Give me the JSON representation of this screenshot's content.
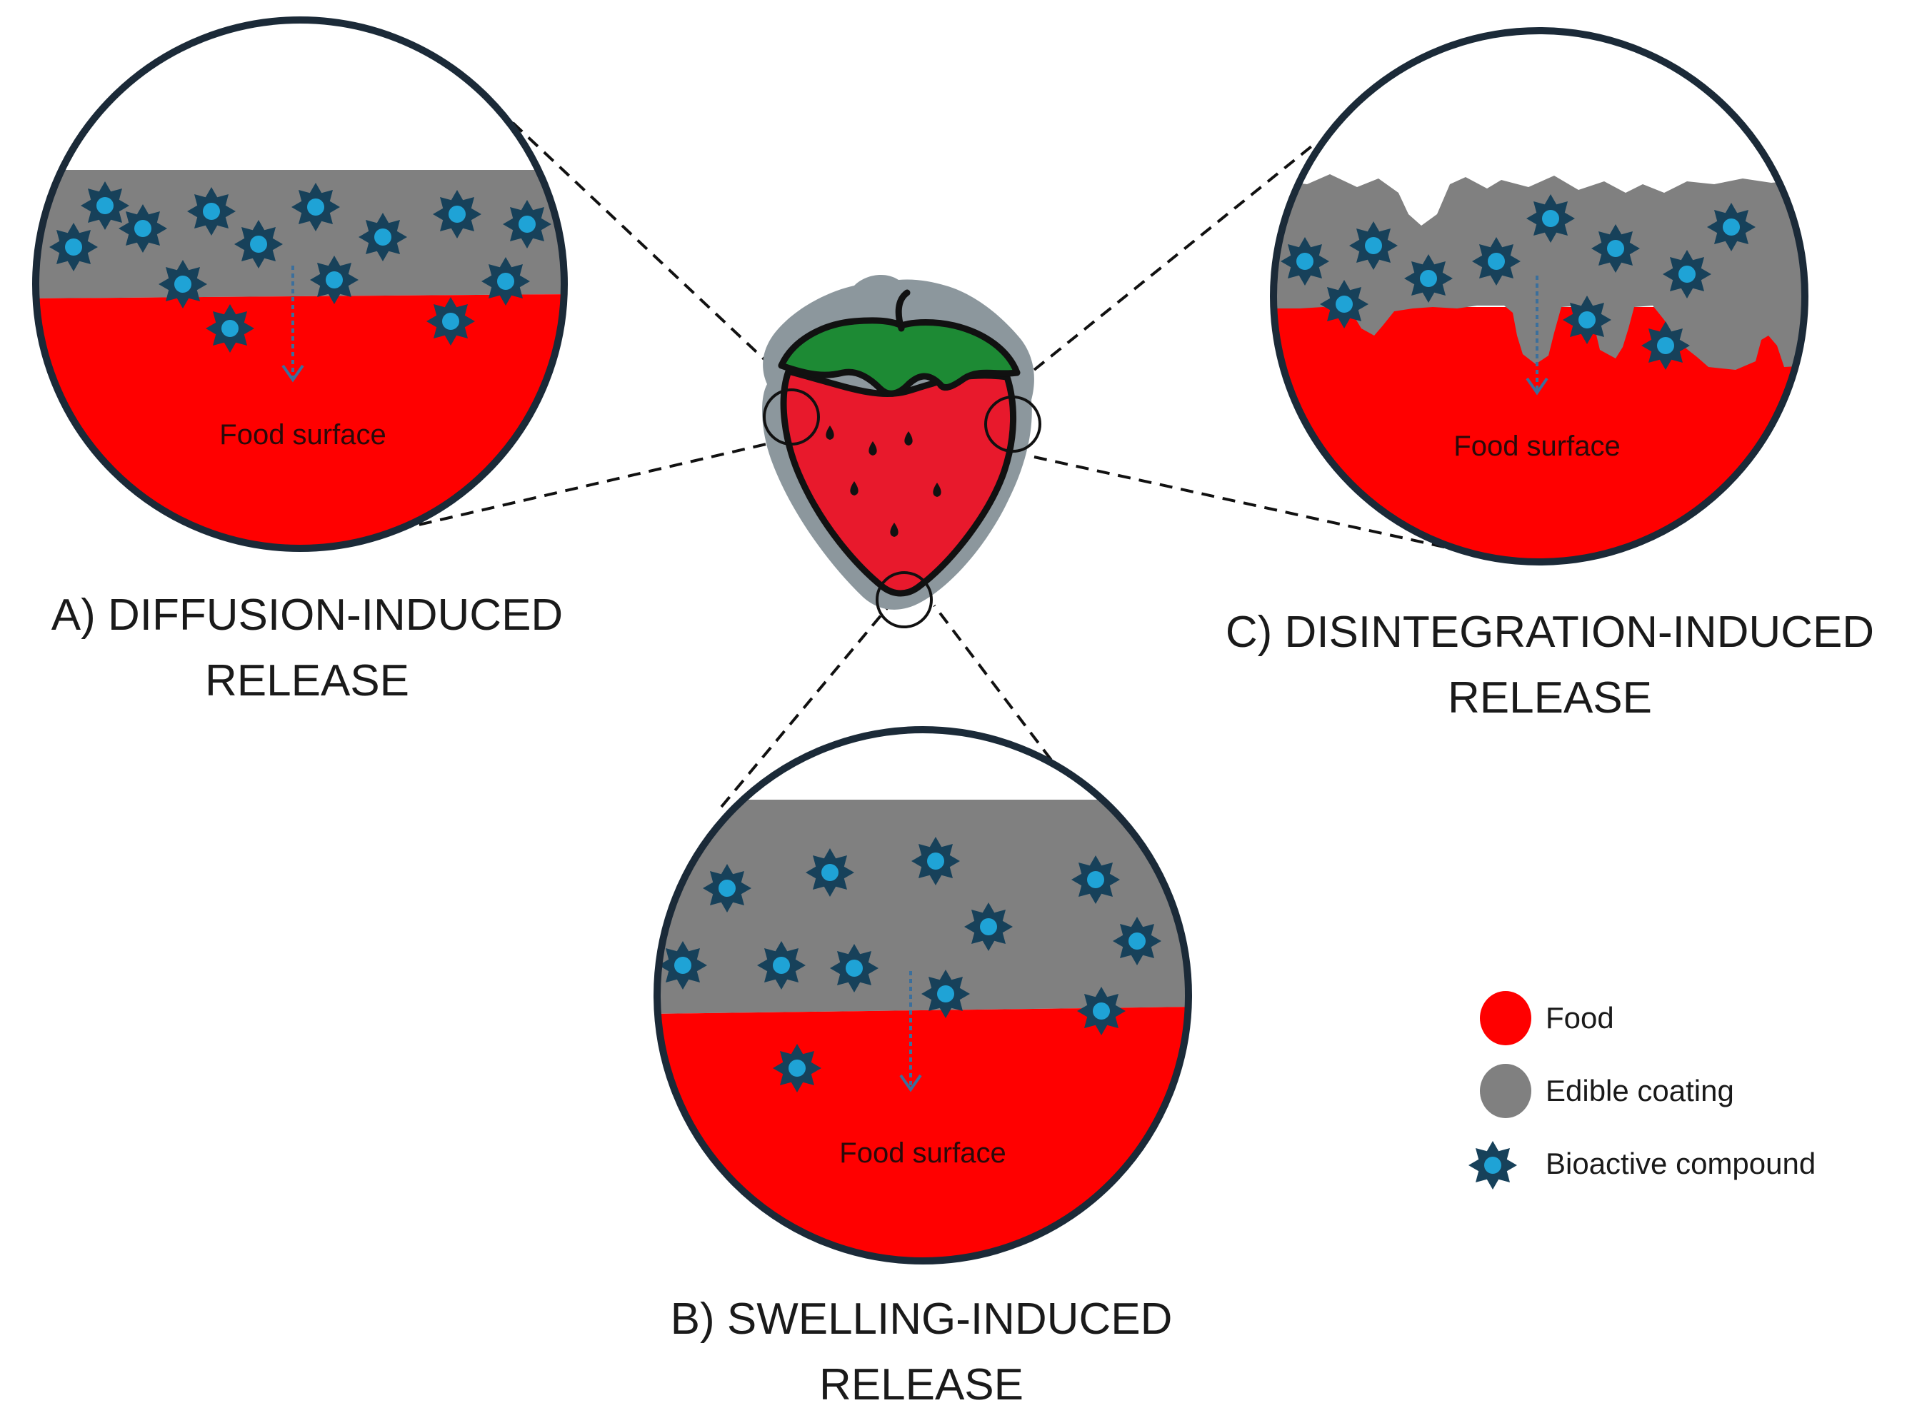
{
  "panels": {
    "a": {
      "title_line1": "A) DIFFUSION-INDUCED",
      "title_line2": "RELEASE",
      "surface_label": "Food surface"
    },
    "b": {
      "title_line1": "B) SWELLING-INDUCED",
      "title_line2": "RELEASE",
      "surface_label": "Food surface"
    },
    "c": {
      "title_line1": "C) DISINTEGRATION-INDUCED",
      "title_line2": "RELEASE",
      "surface_label": "Food surface"
    }
  },
  "legend": {
    "food": "Food",
    "coating": "Edible coating",
    "compound": "Bioactive compound"
  },
  "colors": {
    "food": "#ff0000",
    "coating": "#808080",
    "compound_outer": "#17415a",
    "compound_inner": "#1fa3d6",
    "outline": "#1b2a38",
    "strawberry_body": "#e8192c",
    "strawberry_leaves": "#1d8a34",
    "strawberry_halo": "#8c979d",
    "arrow": "#3b6f9c"
  },
  "icons": {
    "compound": "bioactive-star-icon",
    "strawberry": "strawberry-illustration"
  }
}
